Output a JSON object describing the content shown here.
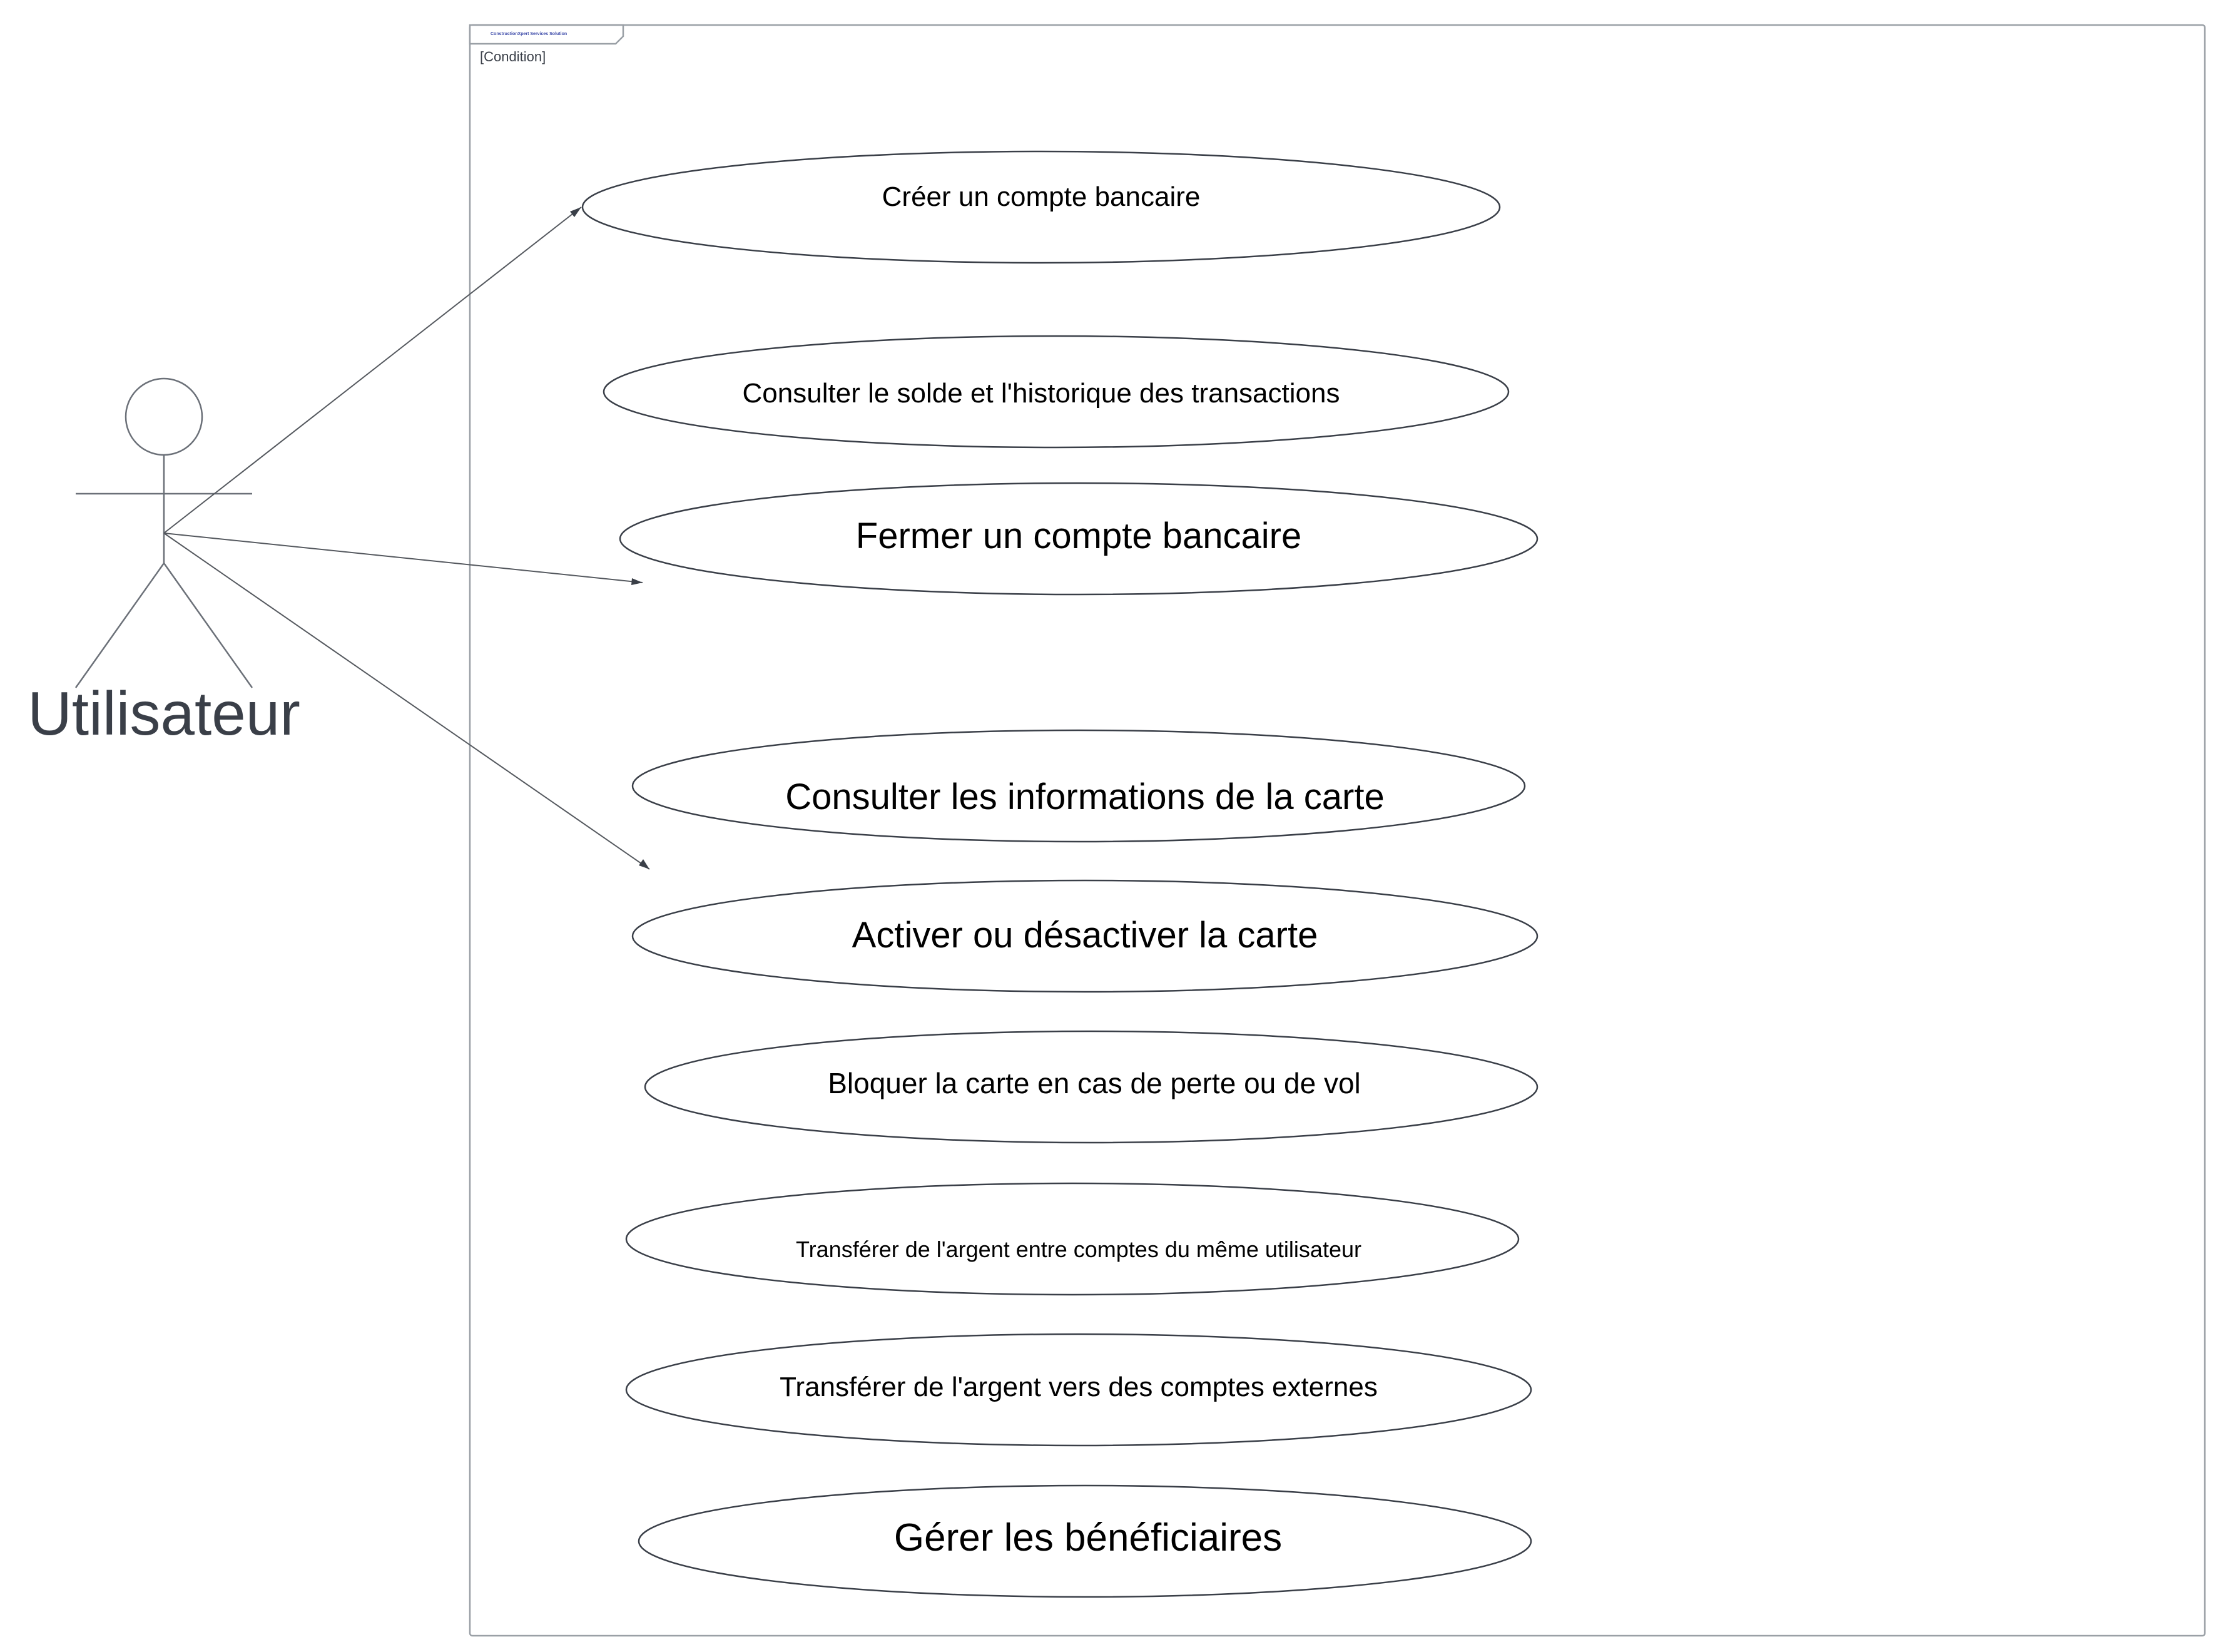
{
  "system": {
    "tab_label": "ConstructionXpert Services Solution",
    "guard_label": "[Condition]"
  },
  "actor": {
    "label": "Utilisateur"
  },
  "use_cases": [
    {
      "id": "uc-creer-compte",
      "label": "Créer un compte bancaire"
    },
    {
      "id": "uc-consulter-solde",
      "label": "Consulter le solde et l'historique des transactions"
    },
    {
      "id": "uc-fermer-compte",
      "label": "Fermer un compte bancaire"
    },
    {
      "id": "uc-consulter-carte",
      "label": "Consulter les informations de la carte"
    },
    {
      "id": "uc-activer-carte",
      "label": "Activer ou désactiver la carte"
    },
    {
      "id": "uc-bloquer-carte",
      "label": "Bloquer la carte en cas de perte ou de vol"
    },
    {
      "id": "uc-transferer-interne",
      "label": "Transférer de l'argent entre comptes du même utilisateur"
    },
    {
      "id": "uc-transferer-externe",
      "label": "Transférer de l'argent vers des comptes externes"
    },
    {
      "id": "uc-gerer-beneficiaires",
      "label": "Gérer les bénéficiaires"
    }
  ],
  "associations": [
    {
      "from": "actor",
      "to": "uc-creer-compte"
    },
    {
      "from": "actor",
      "to": "uc-fermer-compte"
    },
    {
      "from": "actor",
      "to": "uc-activer-carte"
    }
  ],
  "colors": {
    "boundary": "#9aa0a6",
    "line": "#55595f",
    "text": "#000000",
    "actor_text": "#3a3f48",
    "tab_text": "#3a48a8"
  }
}
